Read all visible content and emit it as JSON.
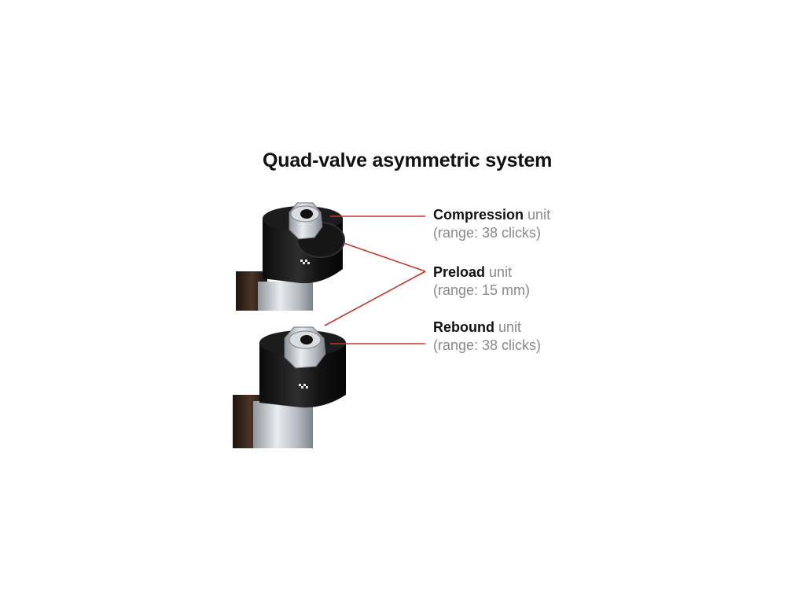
{
  "title": "Quad-valve asymmetric system",
  "labels": {
    "compression": {
      "name": "Compression",
      "suffix": "unit",
      "range": "(range: 38 clicks)"
    },
    "preload": {
      "name": "Preload",
      "suffix": "unit",
      "range": "(range: 15 mm)"
    },
    "rebound": {
      "name": "Rebound",
      "suffix": "unit",
      "range": "(range: 38 clicks)"
    }
  },
  "colors": {
    "leader_line": "#c0392b",
    "body_dark": "#1a1a1a",
    "adjuster_silver": "#c8ccd0",
    "tube_bronze": "#3a2a20"
  }
}
